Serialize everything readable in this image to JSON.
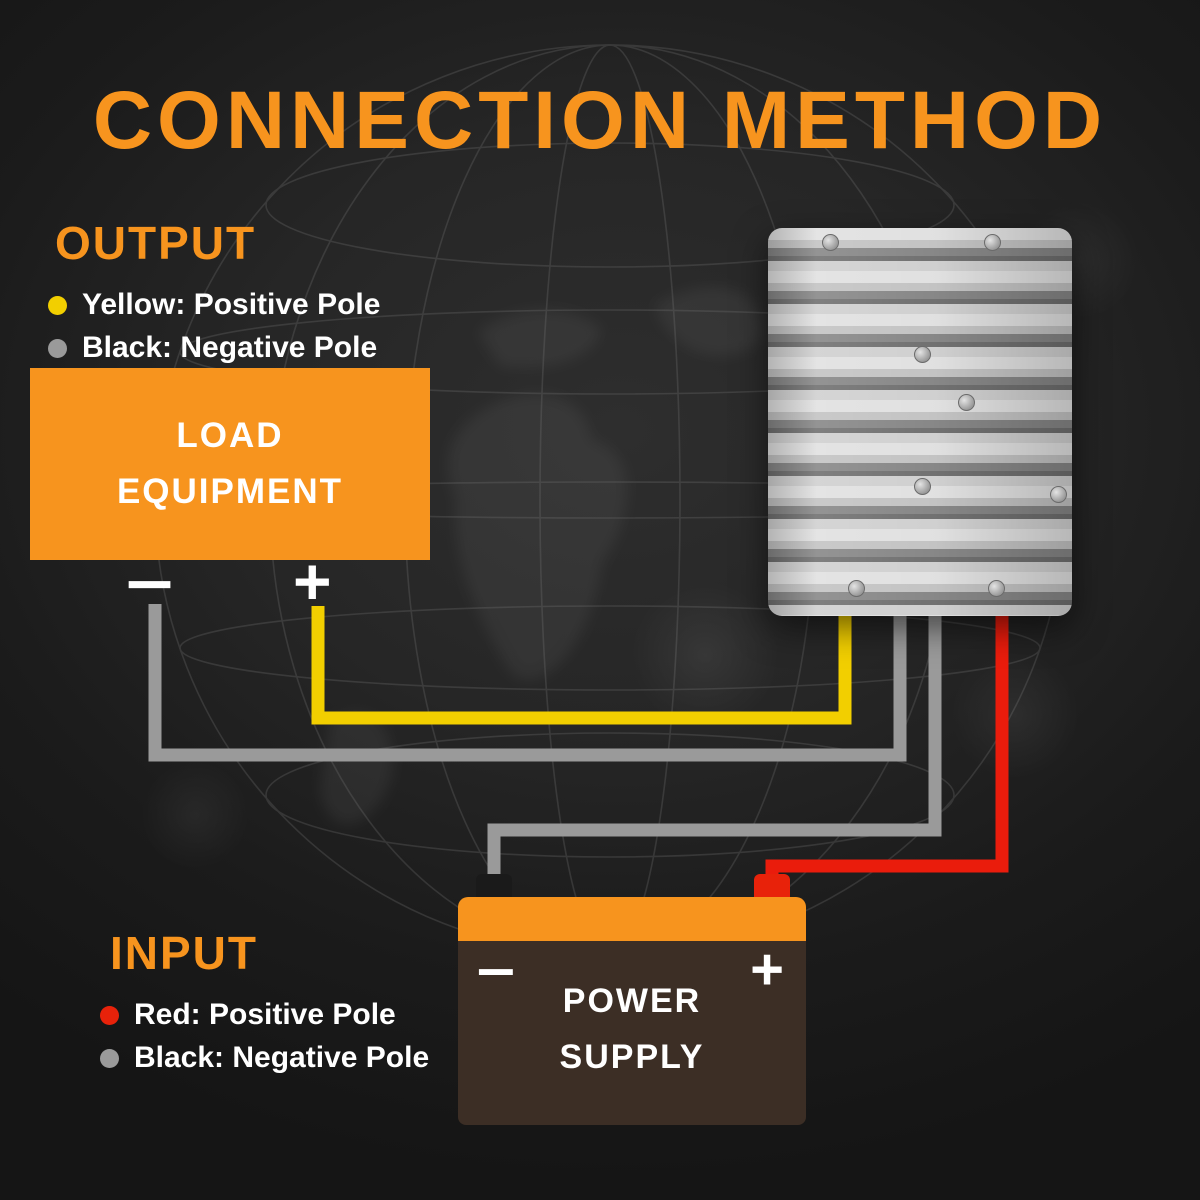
{
  "title": "CONNECTION METHOD",
  "output": {
    "heading": "OUTPUT",
    "legend": [
      {
        "label": "Yellow: Positive Pole",
        "color": "#F2CF00"
      },
      {
        "label": "Black: Negative Pole",
        "color": "#9A9A9A"
      }
    ]
  },
  "input": {
    "heading": "INPUT",
    "legend": [
      {
        "label": "Red: Positive Pole",
        "color": "#E8220A"
      },
      {
        "label": "Black: Negative Pole",
        "color": "#9A9A9A"
      }
    ]
  },
  "load_equipment": {
    "line1": "LOAD",
    "line2": "EQUIPMENT",
    "negative": "−",
    "positive": "+"
  },
  "power_supply": {
    "line1": "POWER",
    "line2": "SUPPLY",
    "negative": "−",
    "positive": "+"
  },
  "colors": {
    "accent_orange": "#F7941E",
    "wire_yellow": "#F2CF00",
    "wire_gray": "#9A9A9A",
    "wire_red": "#EA1C0C",
    "background_dark": "#1E1E1E",
    "power_supply_body": "#3C2E25",
    "device_silver": "#C8C8C8",
    "text_white": "#FFFFFF"
  }
}
